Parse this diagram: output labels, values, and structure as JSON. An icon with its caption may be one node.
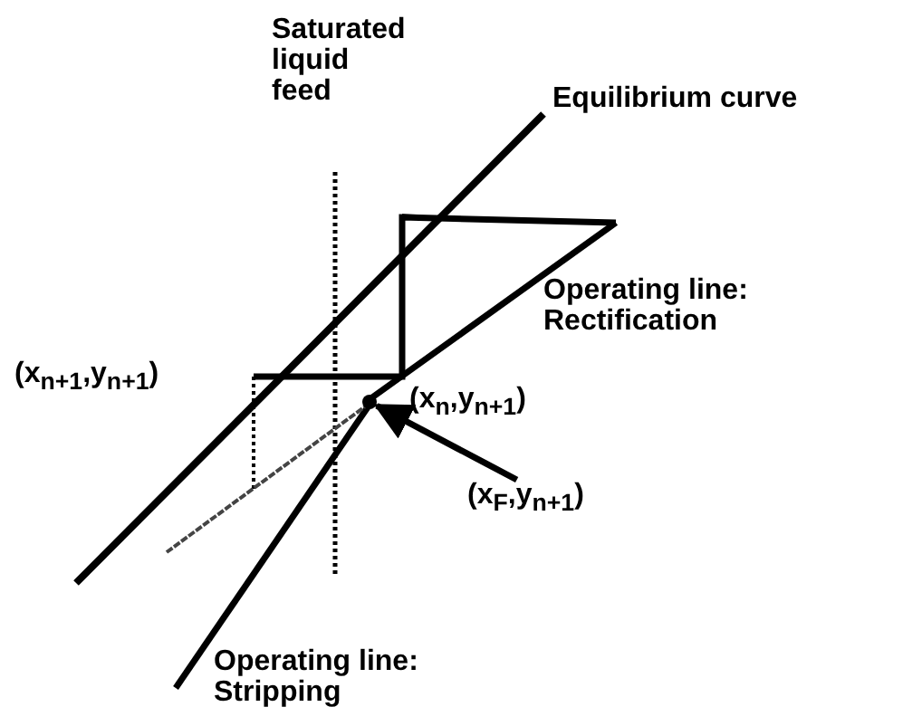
{
  "diagram": {
    "nodes": [
      {
        "text": [
          "(x$_{F}$,y$_{n+1}$)"
        ]
      },
      {
        "text": [],
        "shape": "dot"
      }
    ],
    "edges": [
      {
        "from": 0,
        "to": 1,
        "arrow": "to"
      }
    ],
    "labels": [
      "Saturated liquid feed",
      "Equilibrium curve",
      "Operating line: Rectification",
      "(x$_{n+1}$,y$_{n+1}$)",
      "(x$_{n}$,y$_{n+1}$)",
      "Operating line: Stripping"
    ]
  }
}
